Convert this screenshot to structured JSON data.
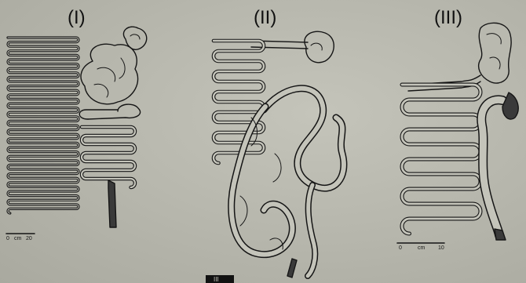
{
  "figure": {
    "panels": [
      {
        "label": "(I)",
        "scale_zero": "0",
        "scale_unit": "cm",
        "scale_max": "20"
      },
      {
        "label": "(II)"
      },
      {
        "label": "(III)",
        "scale_zero": "0",
        "scale_unit": "cm",
        "scale_max": "10"
      }
    ],
    "bottom_mark": "III"
  }
}
